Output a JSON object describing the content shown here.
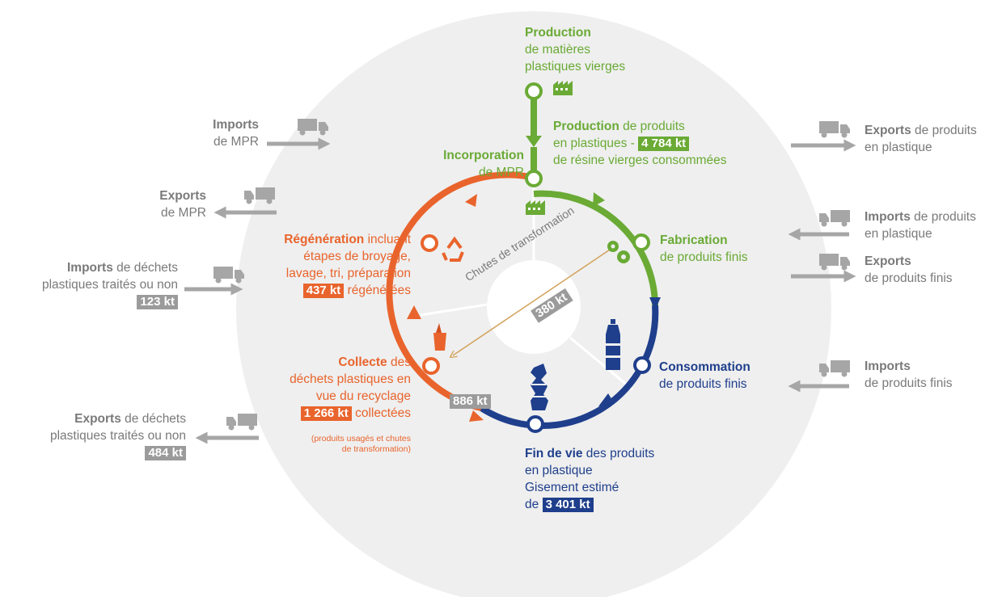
{
  "production": {
    "title": "Production",
    "line1": "de matières",
    "line2": "plastiques vierges"
  },
  "production_produits": {
    "bold": "Production",
    "rest1": " de produits",
    "line2": "en plastiques - ",
    "value": "4 784 kt",
    "line3": "de résine vierges consommées"
  },
  "incorporation": {
    "bold": "Incorporation",
    "line2": "de MPR"
  },
  "fabrication": {
    "bold": "Fabrication",
    "line2": "de produits finis"
  },
  "consommation": {
    "bold": "Consommation",
    "line2": "de produits finis"
  },
  "fin_de_vie": {
    "bold": "Fin de vie",
    "rest1": " des produits",
    "line2": "en plastique",
    "line3": "Gisement estimé",
    "line4": "de ",
    "value": "3 401 kt"
  },
  "collecte": {
    "bold": "Collecte",
    "rest1": " des",
    "line2": "déchets plastiques en",
    "line3": "vue du recyclage",
    "value": "1 266 kt",
    "rest4": " collectées",
    "note1": "(produits usagés et chutes",
    "note2": "de transformation)"
  },
  "regeneration": {
    "bold": "Régénération",
    "rest1": "  incluant",
    "line2": "étapes de broyage,",
    "line3": "lavage,  tri, préparation",
    "value": "437 kt",
    "rest4": " régénérées"
  },
  "chutes": {
    "label": "Chutes de transformation",
    "value": "380 kt"
  },
  "flux_886": "886 kt",
  "left": {
    "imports_mpr": {
      "bold": "Imports",
      "line2": "de MPR"
    },
    "exports_mpr": {
      "bold": "Exports",
      "line2": "de MPR"
    },
    "imports_dechets": {
      "bold": "Imports",
      "rest1": " de déchets",
      "line2": "plastiques traités ou non",
      "value": "123 kt"
    },
    "exports_dechets": {
      "bold": "Exports",
      "rest1": " de déchets",
      "line2": "plastiques traités ou non",
      "value": "484 kt"
    }
  },
  "right": {
    "exports_produits_plastique": {
      "bold": "Exports",
      "rest1": " de produits",
      "line2": "en plastique"
    },
    "imports_produits_plastique": {
      "bold": "Imports",
      "rest1": " de produits",
      "line2": "en plastique"
    },
    "exports_produits_finis": {
      "bold": "Exports",
      "line2": "de produits finis"
    },
    "imports_produits_finis": {
      "bold": "Imports",
      "line2": "de produits finis"
    }
  },
  "colors": {
    "green": "#6aaa35",
    "orange": "#e9642c",
    "navy": "#1f3f8c",
    "grey": "#9b9b9b",
    "background_disc": "#efefef"
  },
  "icons": [
    "factory-icon",
    "recycle-icon",
    "gears-icon",
    "bottle-icon",
    "crushed-bottle-icon",
    "bin-icon",
    "truck-icon"
  ]
}
